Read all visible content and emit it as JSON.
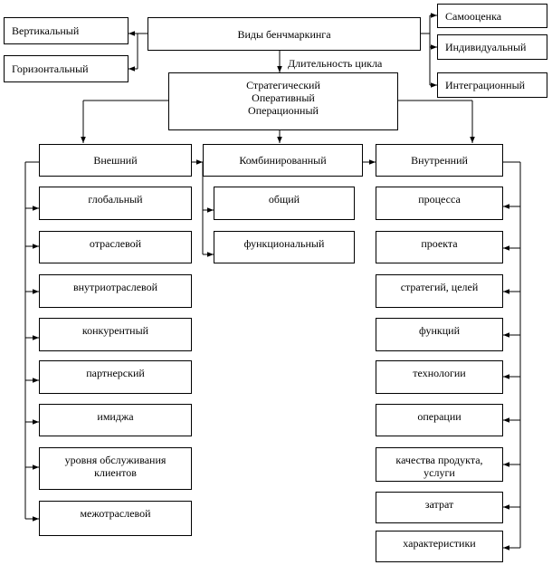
{
  "root": "Виды бенчмаркинга",
  "left_types": [
    "Вертикальный",
    "Горизонтальный"
  ],
  "right_types": [
    "Самооценка",
    "Индивидуальный",
    "Интеграционный"
  ],
  "cycle_label": "Длительность цикла",
  "cycle_box": "Стратегический\nОперативный\nОперационный",
  "categories": {
    "external": "Внешний",
    "combined": "Комбинированный",
    "internal": "Внутренний"
  },
  "external_items": [
    "глобальный",
    "отраслевой",
    "внутриотраслевой",
    "конкурентный",
    "партнерский",
    "имиджа",
    "уровня обслуживания\nклиентов",
    "межотраслевой"
  ],
  "combined_items": [
    "общий",
    "функциональный"
  ],
  "internal_items": [
    "процесса",
    "проекта",
    "стратегий, целей",
    "функций",
    "технологии",
    "операции",
    "качества продукта,\nуслуги",
    "затрат",
    "характеристики"
  ]
}
